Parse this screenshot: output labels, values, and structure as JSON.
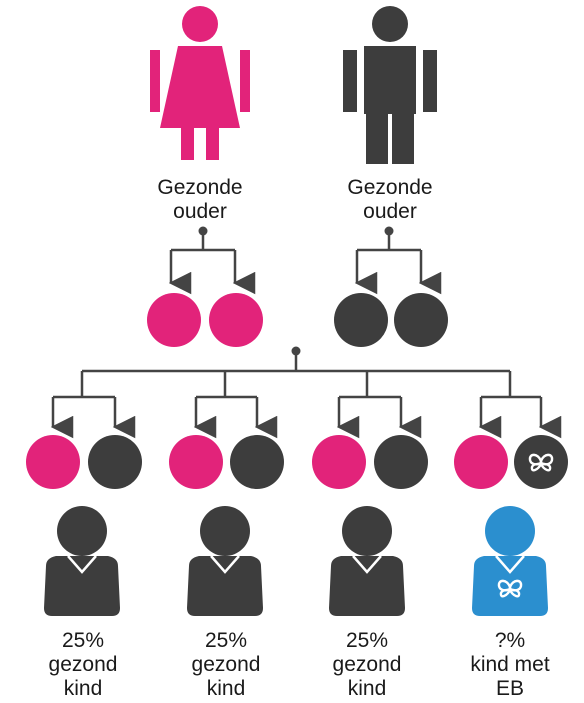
{
  "colors": {
    "pink": "#e2237a",
    "dark": "#3d3d3d",
    "blue": "#2b8fcf",
    "line": "#444444",
    "white": "#ffffff"
  },
  "parents": [
    {
      "icon": "female-parent-icon",
      "color": "pink",
      "label_lines": [
        "Gezonde",
        "ouder"
      ]
    },
    {
      "icon": "male-parent-icon",
      "color": "dark",
      "label_lines": [
        "Gezonde",
        "ouder"
      ]
    }
  ],
  "parent_alleles": [
    [
      "pink",
      "pink"
    ],
    [
      "dark",
      "dark"
    ]
  ],
  "children": [
    {
      "alleles": [
        "pink",
        "dark"
      ],
      "eb_marker": false,
      "icon": "child-icon",
      "color": "dark",
      "label_lines": [
        "25%",
        "gezond",
        "kind"
      ]
    },
    {
      "alleles": [
        "pink",
        "dark"
      ],
      "eb_marker": false,
      "icon": "child-icon",
      "color": "dark",
      "label_lines": [
        "25%",
        "gezond",
        "kind"
      ]
    },
    {
      "alleles": [
        "pink",
        "dark"
      ],
      "eb_marker": false,
      "icon": "child-icon",
      "color": "dark",
      "label_lines": [
        "25%",
        "gezond",
        "kind"
      ]
    },
    {
      "alleles": [
        "pink",
        "dark"
      ],
      "eb_marker": true,
      "icon": "child-eb-icon",
      "color": "blue",
      "label_lines": [
        "?%",
        "kind met",
        "EB"
      ]
    }
  ]
}
